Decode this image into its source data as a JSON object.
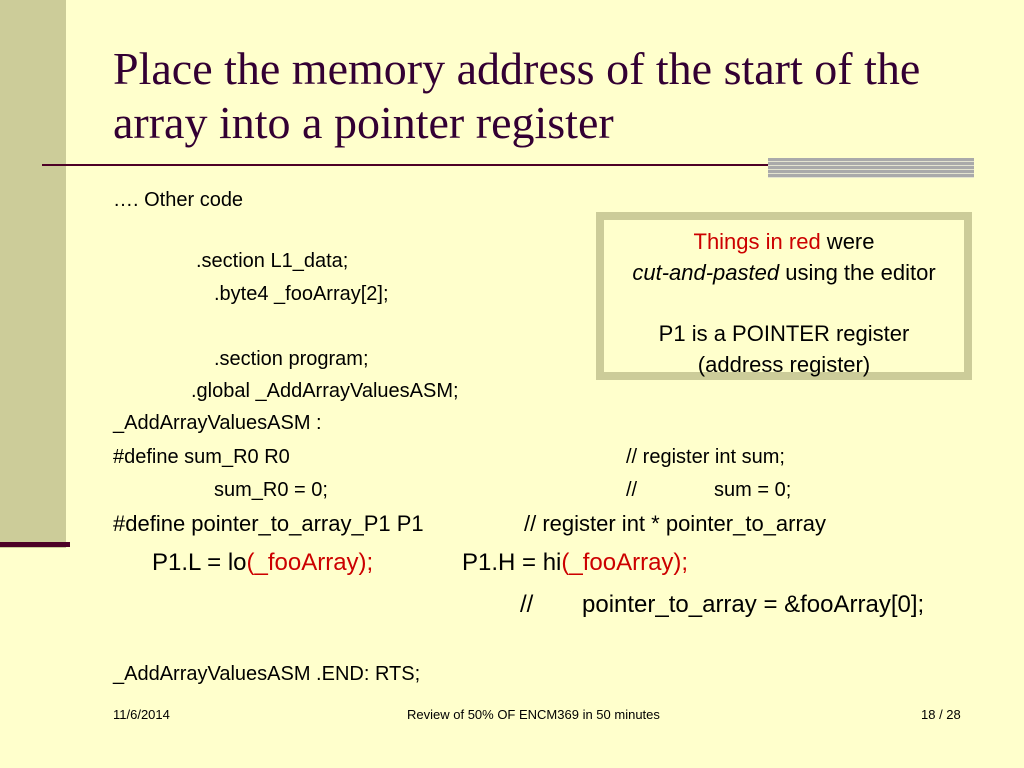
{
  "title": "Place the memory address of the start of the array into a pointer register",
  "code": {
    "other_code": "…. Other code",
    "section_data": ".section L1_data;",
    "byte4": ".byte4 _fooArray[2];",
    "section_program": ".section program;",
    "global": ".global _AddArrayValuesASM;",
    "label": "_AddArrayValuesASM :",
    "define_sum": "#define sum_R0 R0",
    "define_sum_comment": "// register int sum;",
    "sum_assign": "sum_R0 = 0;",
    "sum_comment_slashes": "//",
    "sum_comment_text": "sum = 0;",
    "define_pointer": "#define pointer_to_array_P1 P1",
    "define_pointer_comment": "// register int * pointer_to_array",
    "p1l_prefix": "P1.L = lo",
    "p1l_red": "(_fooArray);",
    "p1h_prefix": "P1.H = hi",
    "p1h_red": "(_fooArray);",
    "pointer_comment_slashes": "//",
    "pointer_comment_text": "pointer_to_array = &fooArray[0];",
    "end": "_AddArrayValuesASM .END: RTS;"
  },
  "note": {
    "line1_red": "Things in red",
    "line1_rest": " were",
    "line2_italic": "cut-and-pasted",
    "line2_rest": " using the editor",
    "line3": "P1 is a POINTER register",
    "line4": "(address register)"
  },
  "footer": {
    "date": "11/6/2014",
    "center": "Review of 50% OF ENCM369 in  50 minutes",
    "page": "18 / 28"
  },
  "colors": {
    "background": "#ffffcc",
    "accent_bar": "#cccc99",
    "title": "#330033",
    "red": "#cc0000"
  }
}
